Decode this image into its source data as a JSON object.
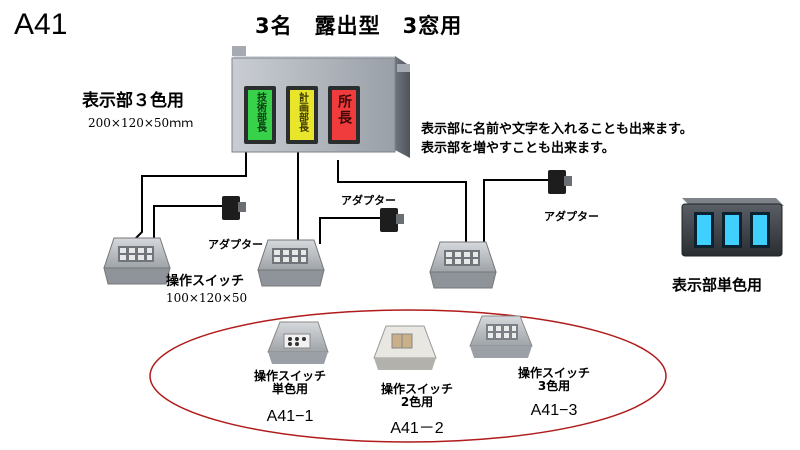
{
  "header": {
    "model_code": "A41",
    "title": "3名　露出型　3窓用"
  },
  "display_unit": {
    "label": "表示部３色用",
    "dimensions": "200×120×50ｍｍ",
    "windows": [
      {
        "line1": "技術",
        "line2": "部長",
        "color": "#37d24a"
      },
      {
        "line1": "計画",
        "line2": "部長",
        "color": "#e8e52a"
      },
      {
        "line1": "所",
        "line2": "長",
        "color": "#f03c3c"
      }
    ]
  },
  "notes": {
    "line1": "表示部に名前や文字を入れることも出来ます。",
    "line2": "表示部を増やすことも出来ます。"
  },
  "adapter_labels": [
    "アダプター",
    "アダプター",
    "アダプター"
  ],
  "switch_unit": {
    "label": "操作スイッチ",
    "dimensions": "100×120×50"
  },
  "mono_display": {
    "label": "表示部単色用",
    "window_color": "#3fd0ff"
  },
  "options": [
    {
      "line1": "操作スイッチ",
      "line2": "単色用",
      "code": "A41−1"
    },
    {
      "line1": "操作スイッチ",
      "line2": "2色用",
      "code": "A41－2"
    },
    {
      "line1": "操作スイッチ",
      "line2": "3色用",
      "code": "A41−3"
    }
  ],
  "colors": {
    "ellipse": "#b11b1b",
    "wire": "#000000"
  }
}
